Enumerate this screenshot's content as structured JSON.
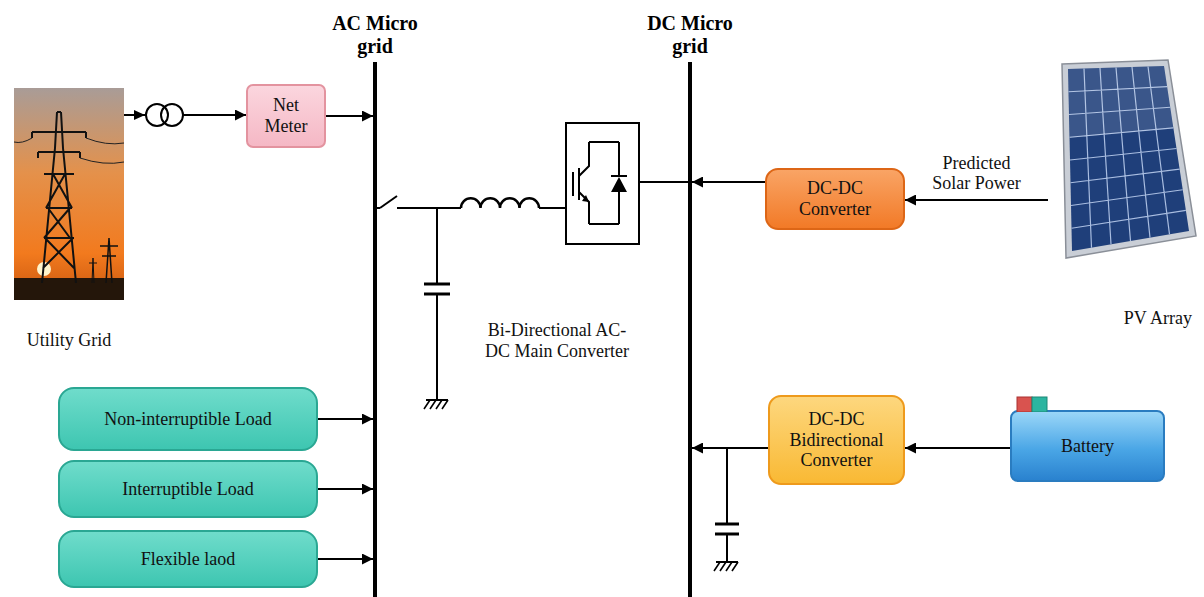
{
  "diagram": {
    "nodes": [
      {
        "text": [
          "Utility Grid"
        ]
      },
      {
        "text": [
          "Net Meter"
        ]
      },
      {
        "text": [
          "AC Micro grid"
        ]
      },
      {
        "text": [
          "Non-interruptible Load"
        ]
      },
      {
        "text": [
          "Interruptible Load"
        ]
      },
      {
        "text": [
          "Flexible laod"
        ]
      },
      {
        "text": [
          "Bi-Directional AC- DC Main Converter"
        ]
      },
      {
        "text": [
          "DC Micro grid"
        ]
      },
      {
        "text": [
          "DC-DC Converter"
        ]
      },
      {
        "text": [
          "PV Array"
        ]
      },
      {
        "text": [
          "DC-DC Bidirectional Converter"
        ]
      },
      {
        "text": [
          "Battery"
        ]
      }
    ],
    "edges": [
      {
        "from": 0,
        "to": 1,
        "arrow": "to"
      },
      {
        "from": 1,
        "to": 2,
        "arrow": "to"
      },
      {
        "from": 3,
        "to": 2,
        "arrow": "to"
      },
      {
        "from": 4,
        "to": 2,
        "arrow": "to"
      },
      {
        "from": 5,
        "to": 2,
        "arrow": "to"
      },
      {
        "from": 2,
        "to": 6,
        "arrow": "none"
      },
      {
        "from": 6,
        "to": 7,
        "arrow": "none"
      },
      {
        "from": 9,
        "to": 8,
        "label": "Predicted Solar Power",
        "arrow": "to"
      },
      {
        "from": 8,
        "to": 7,
        "arrow": "to"
      },
      {
        "from": 11,
        "to": 10,
        "arrow": "to"
      },
      {
        "from": 10,
        "to": 7,
        "arrow": "to"
      }
    ]
  }
}
